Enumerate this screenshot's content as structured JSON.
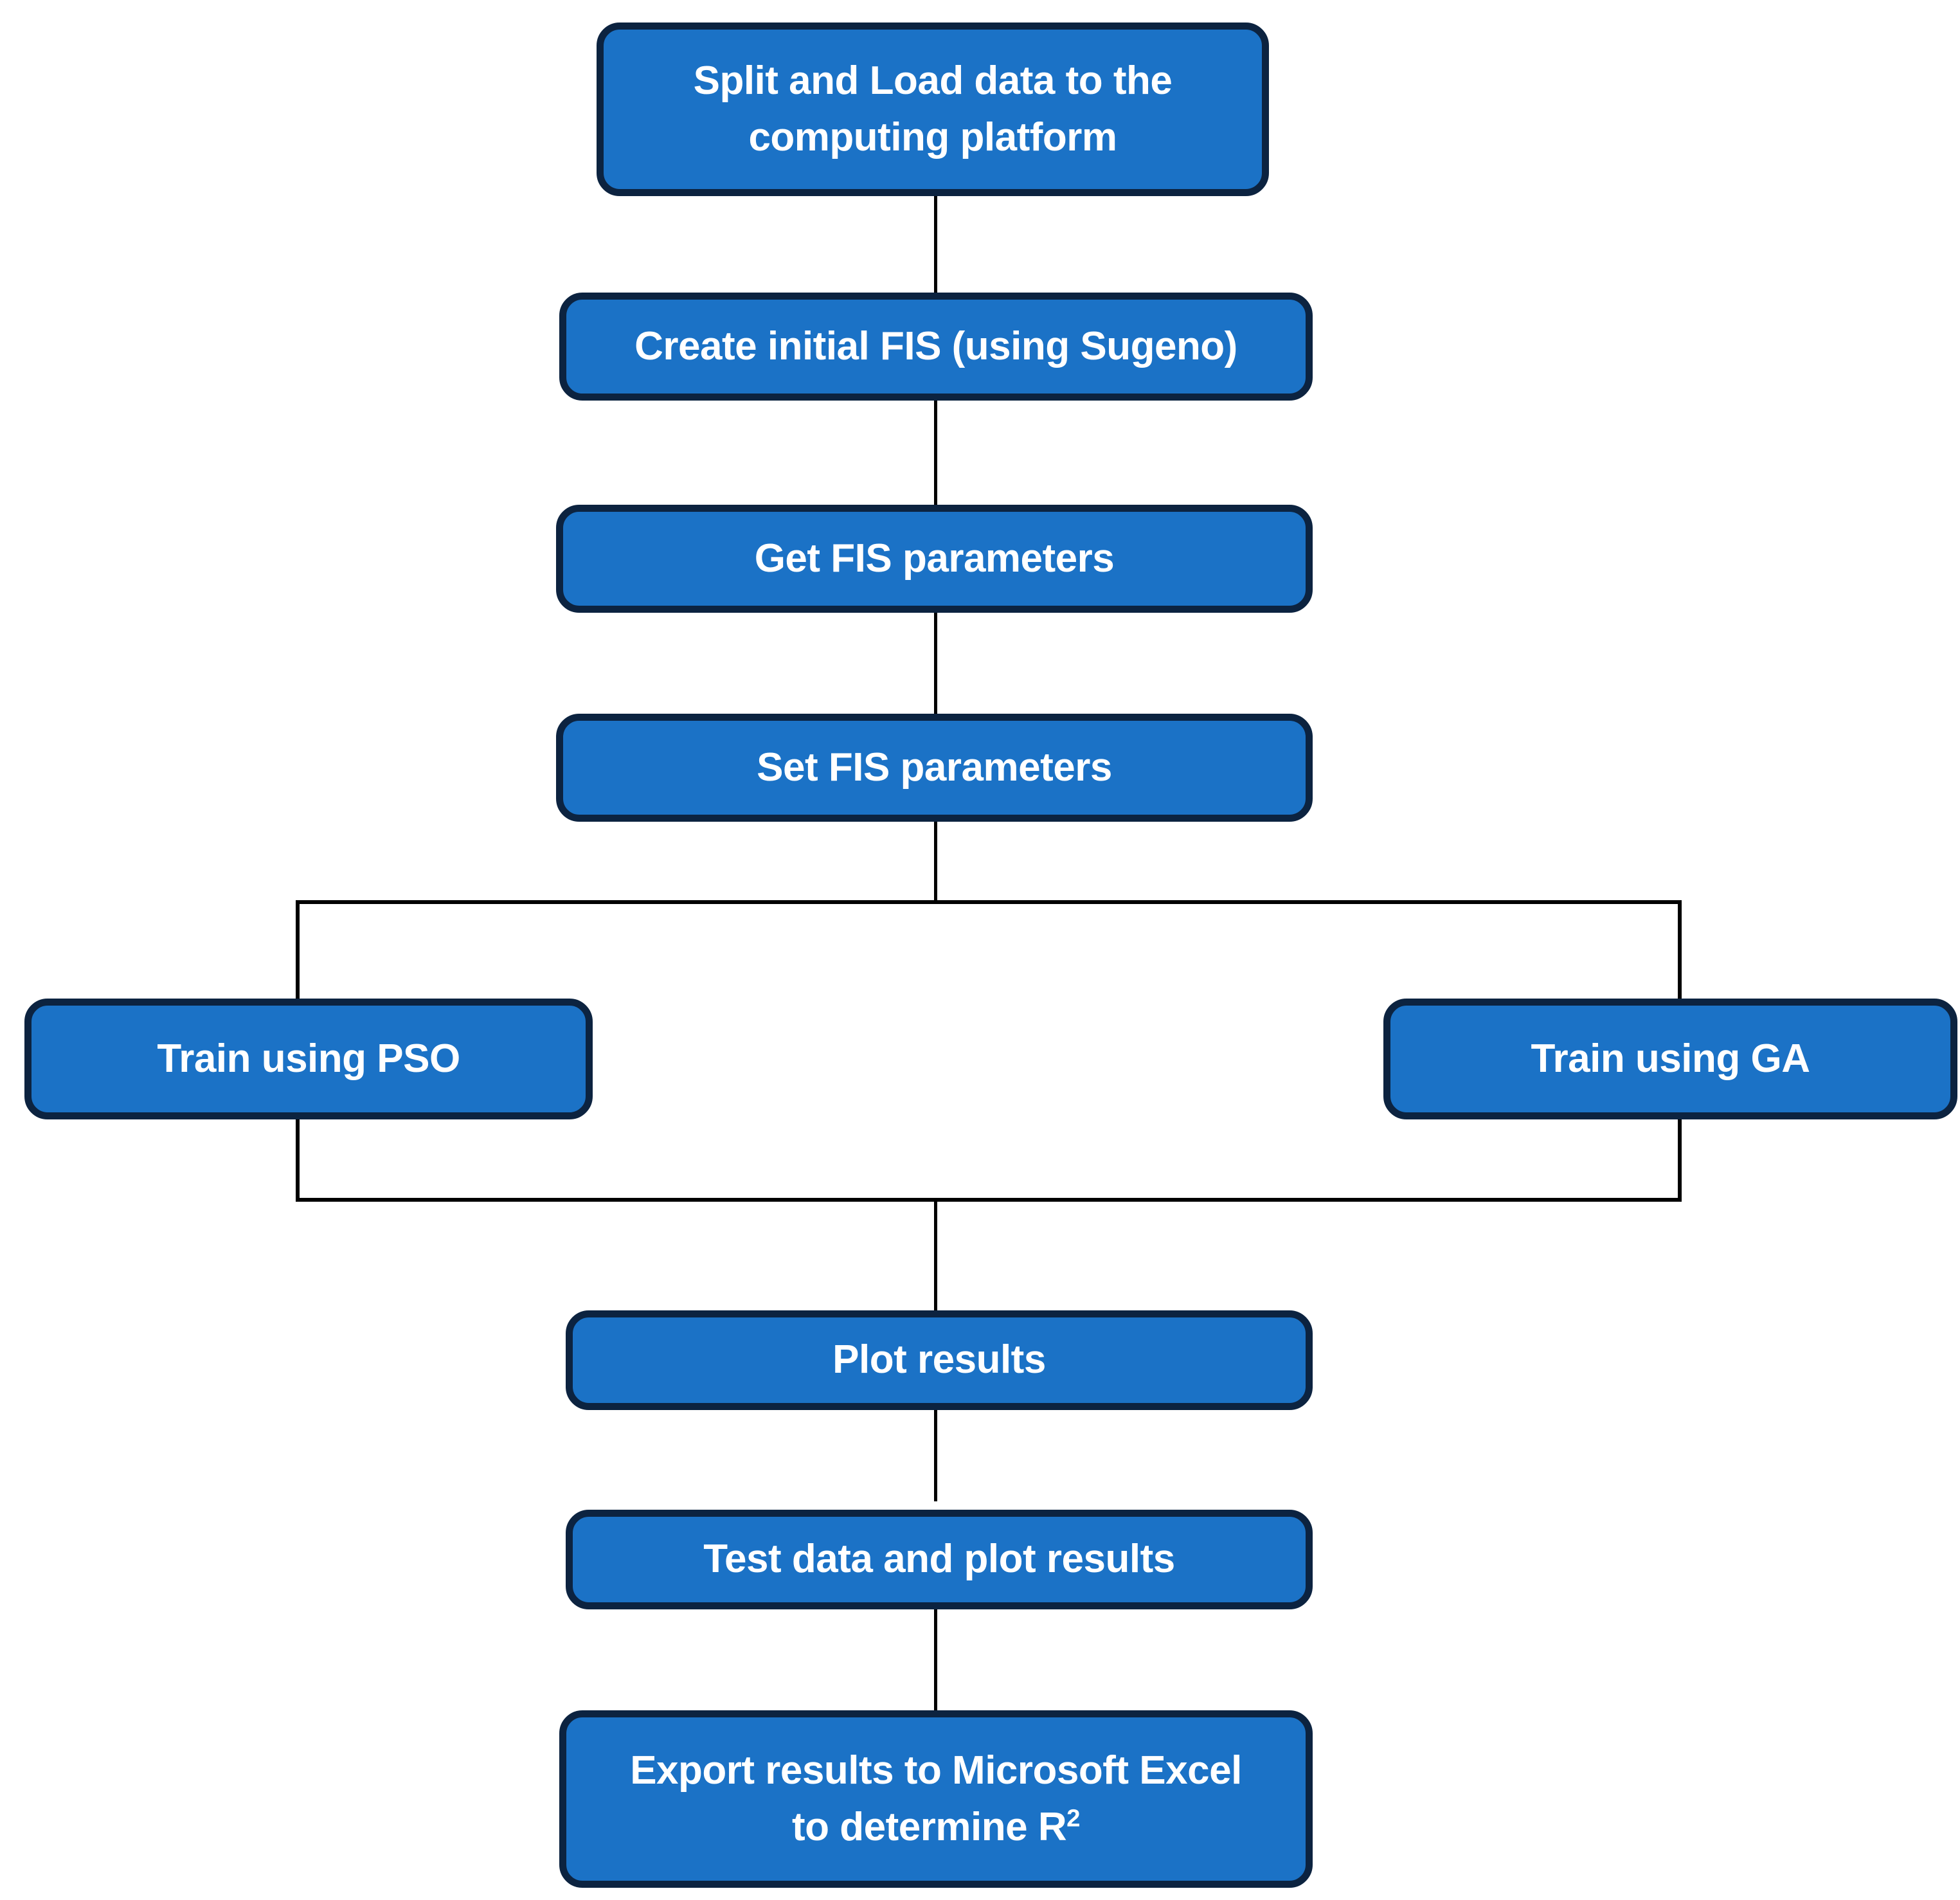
{
  "diagram": {
    "type": "flowchart",
    "orientation": "top-to-bottom",
    "theme": {
      "node_fill": "#1B72C6",
      "node_border": "#0C2340",
      "node_text": "#FFFFFF",
      "connector": "#000000",
      "background": "#FFFFFF"
    },
    "nodes": [
      {
        "id": "split-load",
        "label_line1": "Split and Load data to the",
        "label_line2": "computing platform",
        "shape": "rounded-rectangle"
      },
      {
        "id": "create-fis",
        "label": "Create initial FIS (using Sugeno)",
        "shape": "rounded-rectangle"
      },
      {
        "id": "get-params",
        "label": "Get FIS parameters",
        "shape": "rounded-rectangle"
      },
      {
        "id": "set-params",
        "label": "Set FIS parameters",
        "shape": "rounded-rectangle"
      },
      {
        "id": "train-pso",
        "label": "Train using PSO",
        "shape": "rounded-rectangle"
      },
      {
        "id": "train-ga",
        "label": "Train using GA",
        "shape": "rounded-rectangle"
      },
      {
        "id": "plot-results",
        "label": "Plot results",
        "shape": "rounded-rectangle"
      },
      {
        "id": "test-plot",
        "label": "Test data and plot results",
        "shape": "rounded-rectangle"
      },
      {
        "id": "export-excel",
        "label_line1": "Export results to Microsoft Excel",
        "label_line2_prefix": "to determine R",
        "label_line2_sup": "2",
        "shape": "rounded-rectangle"
      }
    ],
    "edges": [
      {
        "from": "split-load",
        "to": "create-fis"
      },
      {
        "from": "create-fis",
        "to": "get-params"
      },
      {
        "from": "get-params",
        "to": "set-params"
      },
      {
        "from": "set-params",
        "to": "train-pso"
      },
      {
        "from": "set-params",
        "to": "train-ga"
      },
      {
        "from": "train-pso",
        "to": "plot-results"
      },
      {
        "from": "train-ga",
        "to": "plot-results"
      },
      {
        "from": "plot-results",
        "to": "test-plot"
      },
      {
        "from": "test-plot",
        "to": "export-excel"
      }
    ]
  }
}
